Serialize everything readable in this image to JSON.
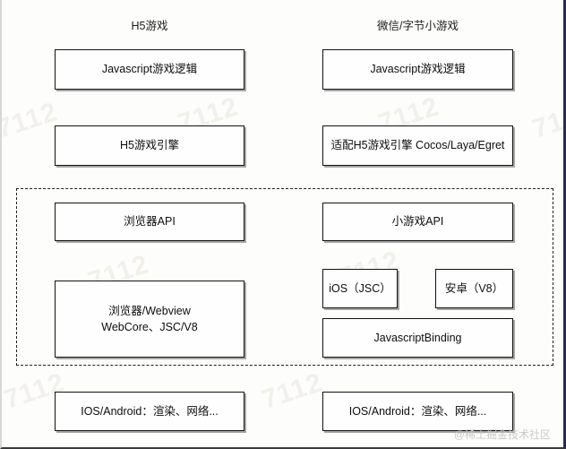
{
  "diagram": {
    "columns": [
      {
        "id": "h5",
        "title": "H5游戏"
      },
      {
        "id": "mini",
        "title": "微信/字节小游戏"
      }
    ],
    "nodes": {
      "left_logic": "Javascript游戏逻辑",
      "right_logic": "Javascript游戏逻辑",
      "left_engine": "H5游戏引擎",
      "right_engine": "适配H5游戏引擎 Cocos/Laya/Egret",
      "left_api": "浏览器API",
      "right_api": "小游戏API",
      "left_runtime_line1": "浏览器/Webview",
      "left_runtime_line2": "WebCore、JSC/V8",
      "right_ios": "iOS（JSC）",
      "right_android": "安卓（V8）",
      "right_binding": "JavascriptBinding",
      "left_os": "IOS/Android：渲染、网络...",
      "right_os": "IOS/Android：渲染、网络..."
    },
    "watermark": "@稀土掘金技术社区",
    "bg_marks": [
      "7112",
      "7112",
      "7112",
      "7112",
      "7112",
      "7112",
      "7112",
      "7112"
    ],
    "colors": {
      "node_border": "#121212",
      "node_fill": "#fefefe",
      "dashed_border": "#202020",
      "text": "#0d0d0d",
      "watermark": "#c9c9c9",
      "page_bg": "#fdfdfb"
    }
  }
}
